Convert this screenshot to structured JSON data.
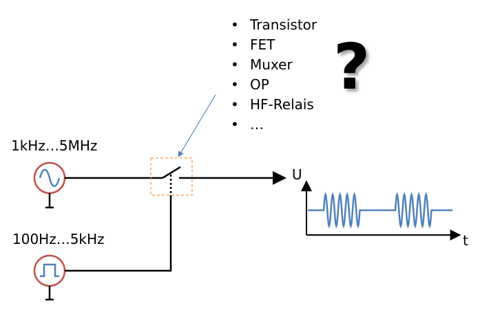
{
  "options_list": {
    "bullet": "•",
    "items": [
      {
        "label": "Transistor"
      },
      {
        "label": "FET"
      },
      {
        "label": "Muxer"
      },
      {
        "label": "OP"
      },
      {
        "label": "HF-Relais"
      },
      {
        "label": "…"
      }
    ]
  },
  "question_mark": "?",
  "sources": {
    "sine": {
      "label": "1kHz…5MHz"
    },
    "pulse": {
      "label": "100Hz…5kHz"
    }
  },
  "output_axes": {
    "y_label": "U",
    "x_label": "t"
  },
  "colors": {
    "source_ring": "#c0504d",
    "signal_icon": "#4f81bd",
    "wire": "#000000",
    "highlight_box": "#f79646",
    "pointer_arrow": "#4f81bd",
    "waveform": "#4f81bd"
  }
}
